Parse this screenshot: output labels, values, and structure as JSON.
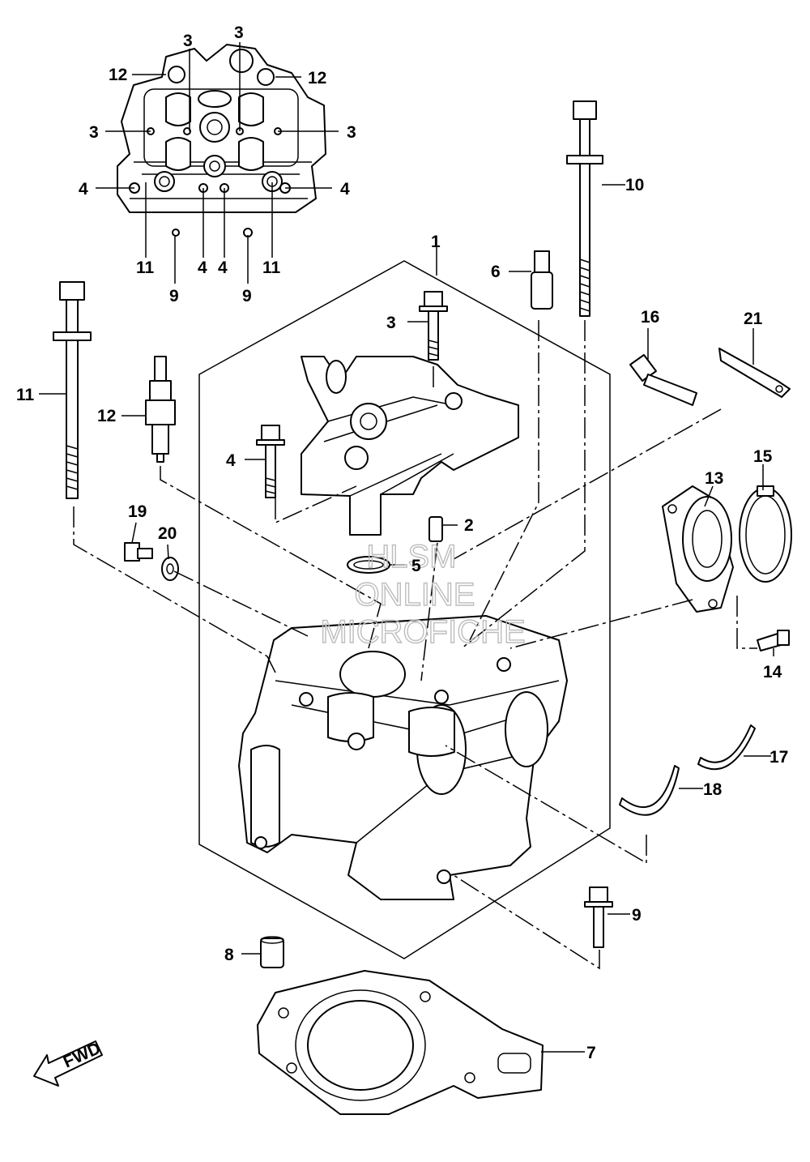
{
  "callouts": {
    "c1": "1",
    "c2": "2",
    "c3a": "3",
    "c3b": "3",
    "c3c": "3",
    "c3d": "3",
    "c3e": "3",
    "c4a": "4",
    "c4b": "4",
    "c4c": "4",
    "c4d": "4",
    "c4e": "4",
    "c5": "5",
    "c6": "6",
    "c7": "7",
    "c8": "8",
    "c9a": "9",
    "c9b": "9",
    "c9c": "9",
    "c10": "10",
    "c11a": "11",
    "c11b": "11",
    "c11c": "11",
    "c12a": "12",
    "c12b": "12",
    "c12c": "12",
    "c13": "13",
    "c14": "14",
    "c15": "15",
    "c16": "16",
    "c17": "17",
    "c18": "18",
    "c19": "19",
    "c20": "20",
    "c21": "21"
  },
  "watermark": {
    "line1": "HLSM",
    "line2": "ONLINE",
    "line3": "MICROFICHE"
  },
  "fwd_label": "FWD"
}
